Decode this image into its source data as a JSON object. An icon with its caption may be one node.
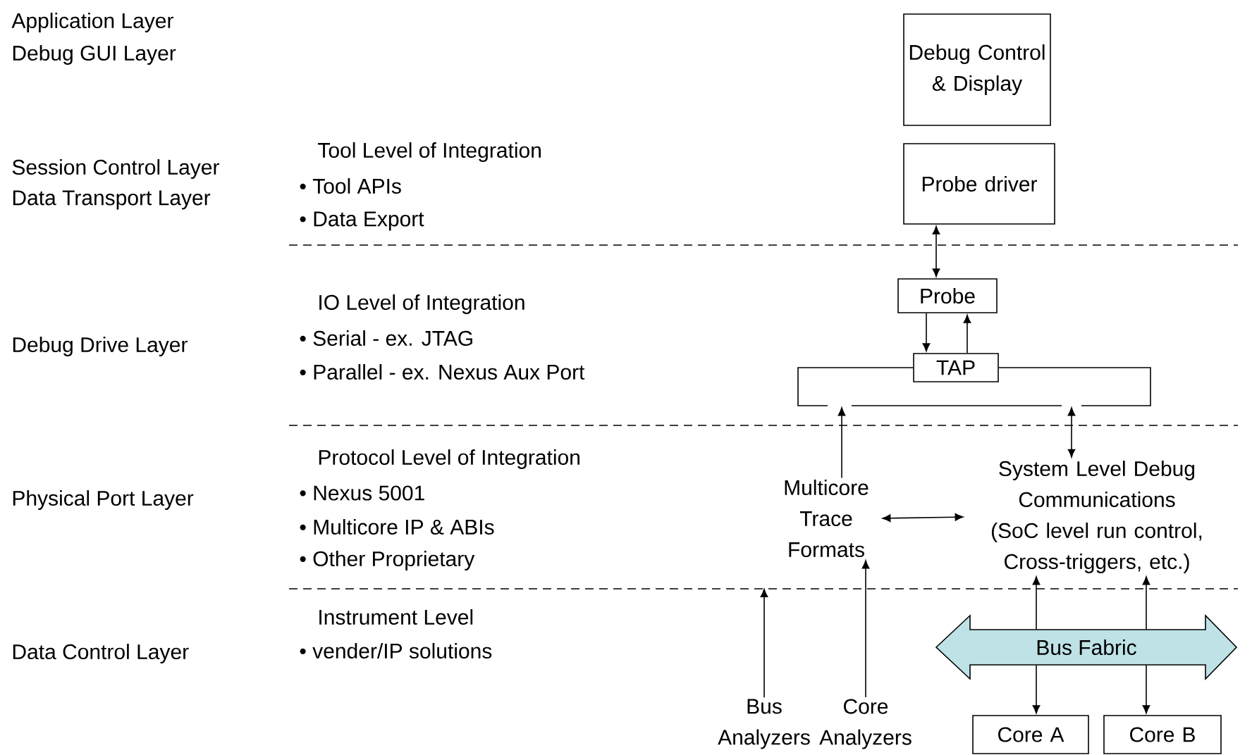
{
  "diagram": {
    "nodes": [
      {
        "text": [
          "Debug Control & Display"
        ]
      },
      {
        "text": [
          "Probe driver"
        ]
      },
      {
        "text": [
          "Probe"
        ]
      },
      {
        "text": [
          "TAP"
        ]
      },
      {
        "text": [],
        "shape": "bracket"
      },
      {
        "text": [
          "Multicore Trace Formats"
        ]
      },
      {
        "text": [
          "System Level Debug Communications",
          "(SoC level run control, Cross-triggers, etc.)"
        ]
      },
      {
        "text": [
          "Bus Fabric"
        ]
      },
      {
        "text": [
          "Bus Analyzers"
        ]
      },
      {
        "text": [
          "Core Analyzers"
        ]
      },
      {
        "text": [
          "Core A"
        ]
      },
      {
        "text": [
          "Core B"
        ]
      }
    ],
    "edges": [
      {
        "from": 1,
        "to": 2,
        "arrow": "both"
      },
      {
        "from": 2,
        "to": 3,
        "arrow": "to"
      },
      {
        "from": 3,
        "to": 2,
        "arrow": "to"
      },
      {
        "from": 5,
        "to": 4,
        "arrow": "to"
      },
      {
        "from": 4,
        "to": 6,
        "arrow": "both"
      },
      {
        "from": 5,
        "to": 6,
        "arrow": "both"
      },
      {
        "from": 8,
        "to": null,
        "arrow": "to"
      },
      {
        "from": 9,
        "to": 5,
        "arrow": "to"
      },
      {
        "from": 7,
        "to": 6,
        "arrow": "to"
      },
      {
        "from": 7,
        "to": 6,
        "arrow": "to"
      },
      {
        "from": 7,
        "to": 10,
        "arrow": "to"
      },
      {
        "from": 7,
        "to": 11,
        "arrow": "to"
      }
    ],
    "labels": [
      "Application Layer",
      "Debug GUI Layer",
      "Session Control Layer",
      "Data Transport Layer",
      "Tool Level of Integration",
      "• Tool APIs",
      "• Data Export",
      "IO Level of Integration",
      "Debug Drive Layer",
      "• Serial  -  ex. JTAG",
      "• Parallel - ex. Nexus Aux Port",
      "Protocol Level of Integration",
      "Physical Port Layer",
      "• Nexus 5001",
      "• Multicore IP & ABIs",
      "• Other Proprietary",
      "Instrument Level",
      "Data Control Layer",
      "• vender/IP solutions"
    ]
  }
}
